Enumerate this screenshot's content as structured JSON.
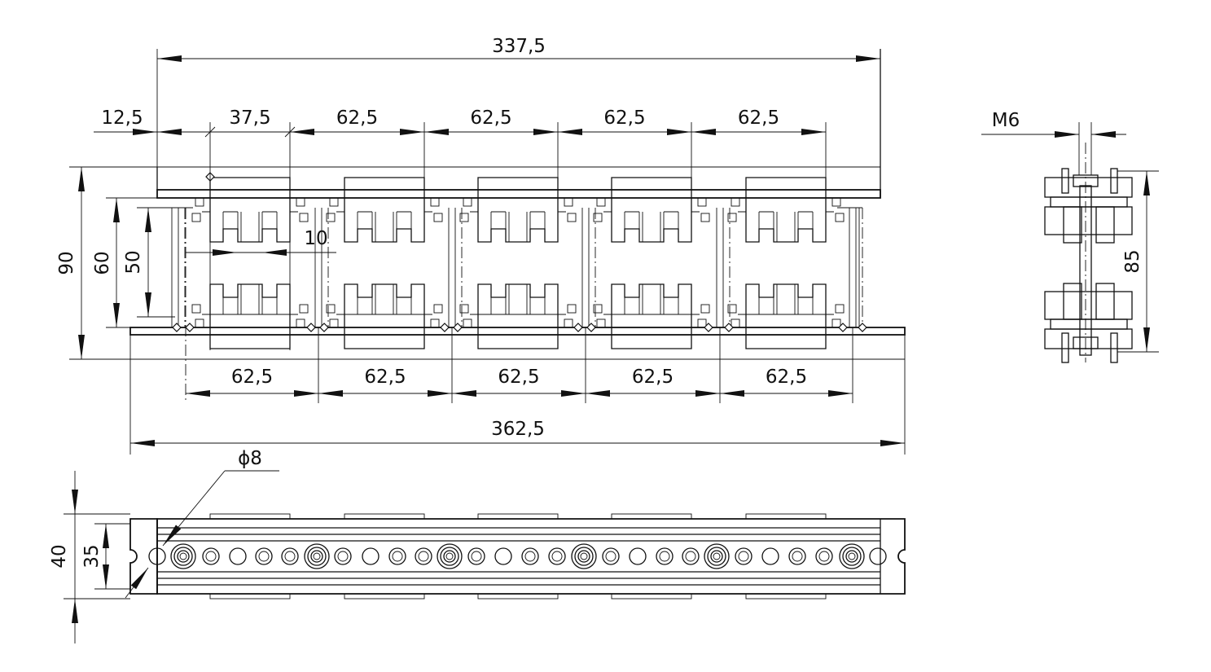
{
  "front_view": {
    "overall_length_top": "337,5",
    "start_offset": "12,5",
    "first_pitch": "37,5",
    "pitch_top": [
      "62,5",
      "62,5",
      "62,5",
      "62,5"
    ],
    "height_outer": "90",
    "height_mid": "60",
    "height_inner": "50",
    "gap": "10",
    "pitch_bottom": [
      "62,5",
      "62,5",
      "62,5",
      "62,5",
      "62,5"
    ],
    "overall_length_bottom": "362,5"
  },
  "side_view": {
    "thread": "M6",
    "height": "85"
  },
  "plan_view": {
    "hole_diameter": "ϕ8",
    "width_outer": "40",
    "width_inner": "35"
  }
}
